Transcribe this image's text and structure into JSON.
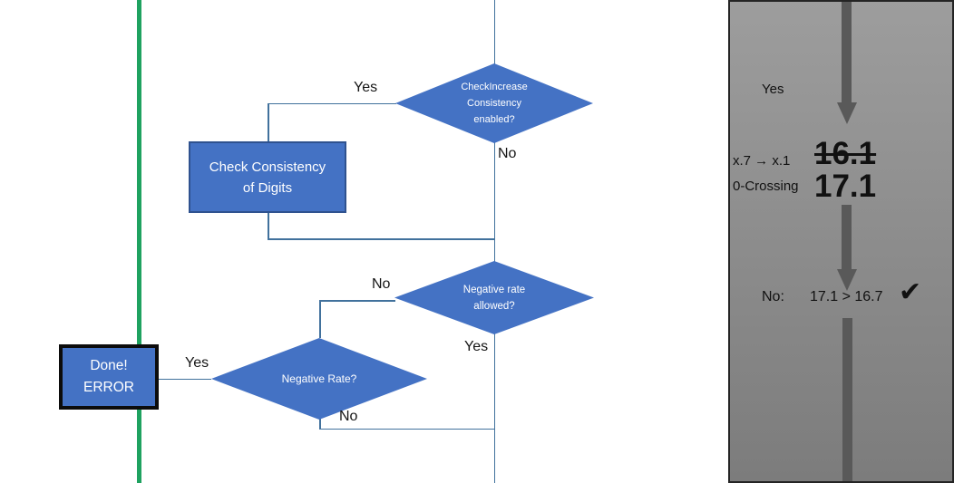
{
  "colors": {
    "node_fill": "#4472C4",
    "node_border": "#2F528F",
    "connector": "#41719C",
    "green_line": "#1FA260",
    "panel_arrow": "#595959",
    "panel_bg_top": "#9D9D9D",
    "panel_bg_bottom": "#7C7C7C"
  },
  "flowchart": {
    "decision_check_increase": {
      "line1": "CheckIncrease",
      "line2": "Consistency",
      "line3": "enabled?"
    },
    "label_yes_top": "Yes",
    "label_no_top": "No",
    "process_check_consistency": {
      "line1": "Check Consistency",
      "line2": "of Digits"
    },
    "decision_negative_rate_allowed": {
      "line1": "Negative rate",
      "line2": "allowed?"
    },
    "label_no_mid": "No",
    "label_yes_mid": "Yes",
    "decision_negative_rate": {
      "line1": "Negative Rate?"
    },
    "label_yes_done": "Yes",
    "label_no_bottom": "No",
    "terminator_done": {
      "line1": "Done!",
      "line2": "ERROR"
    }
  },
  "panel": {
    "label_yes": "Yes",
    "rule_line1": "x.7 → x.1",
    "rule_line2": "0-Crossing",
    "value_old": "16.1",
    "value_new": "17.1",
    "result_label": "No:",
    "result_comparison": "17.1 > 16.7",
    "checkmark": "✔"
  }
}
